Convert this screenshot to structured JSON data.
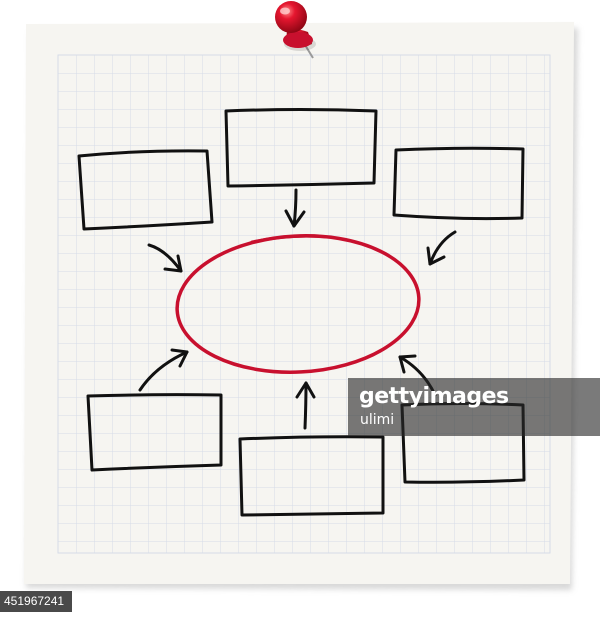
{
  "watermark": {
    "brand": "gettyimages",
    "credit": "ulimi"
  },
  "image_id": "451967241",
  "colors": {
    "paper": "#f6f5f1",
    "grid": "#d5dce8",
    "ink": "#111111",
    "center_oval": "#c8102e",
    "pin": "#d0102a"
  },
  "diagram": {
    "center": {
      "shape": "oval",
      "label": ""
    },
    "boxes": [
      {
        "id": "top-left",
        "label": ""
      },
      {
        "id": "top-center",
        "label": ""
      },
      {
        "id": "top-right",
        "label": ""
      },
      {
        "id": "bottom-left",
        "label": ""
      },
      {
        "id": "bottom-center",
        "label": ""
      },
      {
        "id": "bottom-right",
        "label": ""
      }
    ],
    "edges": [
      {
        "from": "top-left",
        "to": "center"
      },
      {
        "from": "top-center",
        "to": "center"
      },
      {
        "from": "top-right",
        "to": "center"
      },
      {
        "from": "bottom-left",
        "to": "center"
      },
      {
        "from": "bottom-center",
        "to": "center"
      },
      {
        "from": "bottom-right",
        "to": "center"
      }
    ]
  }
}
